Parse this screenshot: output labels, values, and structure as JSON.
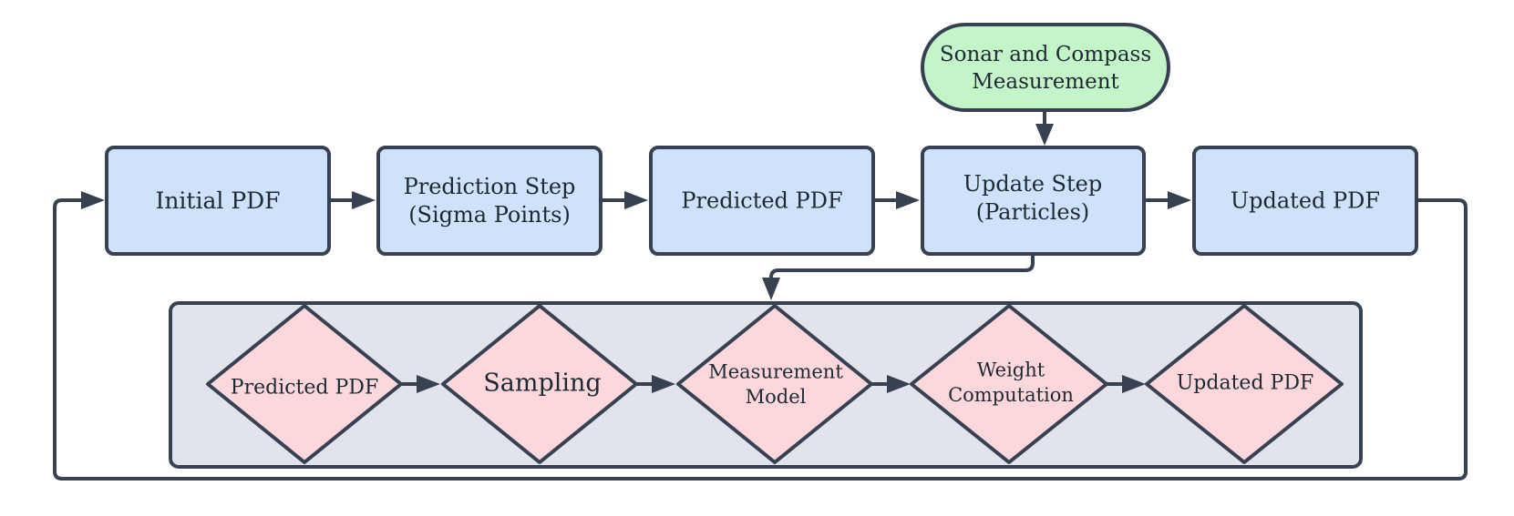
{
  "nodes": {
    "measurement": {
      "lines": [
        "Sonar and Compass",
        "Measurement"
      ]
    },
    "initial_pdf": {
      "lines": [
        "Initial PDF"
      ]
    },
    "prediction_step": {
      "lines": [
        "Prediction Step",
        "(Sigma Points)"
      ]
    },
    "predicted_pdf": {
      "lines": [
        "Predicted PDF"
      ]
    },
    "update_step": {
      "lines": [
        "Update Step",
        "(Particles)"
      ]
    },
    "updated_pdf": {
      "lines": [
        "Updated PDF"
      ]
    },
    "sub_predicted_pdf": {
      "lines": [
        "Predicted PDF"
      ]
    },
    "sub_sampling": {
      "lines": [
        "Sampling"
      ]
    },
    "sub_measurement_model": {
      "lines": [
        "Measurement",
        "Model"
      ]
    },
    "sub_weight_computation": {
      "lines": [
        "Weight",
        "Computation"
      ]
    },
    "sub_updated_pdf": {
      "lines": [
        "Updated PDF"
      ]
    }
  },
  "edges": [
    {
      "from": "initial_pdf",
      "to": "prediction_step"
    },
    {
      "from": "prediction_step",
      "to": "predicted_pdf"
    },
    {
      "from": "predicted_pdf",
      "to": "update_step"
    },
    {
      "from": "update_step",
      "to": "updated_pdf"
    },
    {
      "from": "measurement",
      "to": "update_step"
    },
    {
      "from": "updated_pdf",
      "to": "initial_pdf"
    },
    {
      "from": "update_step",
      "to": "sub_process"
    },
    {
      "from": "sub_predicted_pdf",
      "to": "sub_sampling"
    },
    {
      "from": "sub_sampling",
      "to": "sub_measurement_model"
    },
    {
      "from": "sub_measurement_model",
      "to": "sub_weight_computation"
    },
    {
      "from": "sub_weight_computation",
      "to": "sub_updated_pdf"
    }
  ],
  "colors": {
    "process_fill": "#cfe2fb",
    "terminal_fill": "#c3f5c9",
    "decision_fill": "#fcd8dc",
    "group_fill": "#e1e4ea",
    "stroke": "#374151",
    "text": "#1f2933"
  }
}
